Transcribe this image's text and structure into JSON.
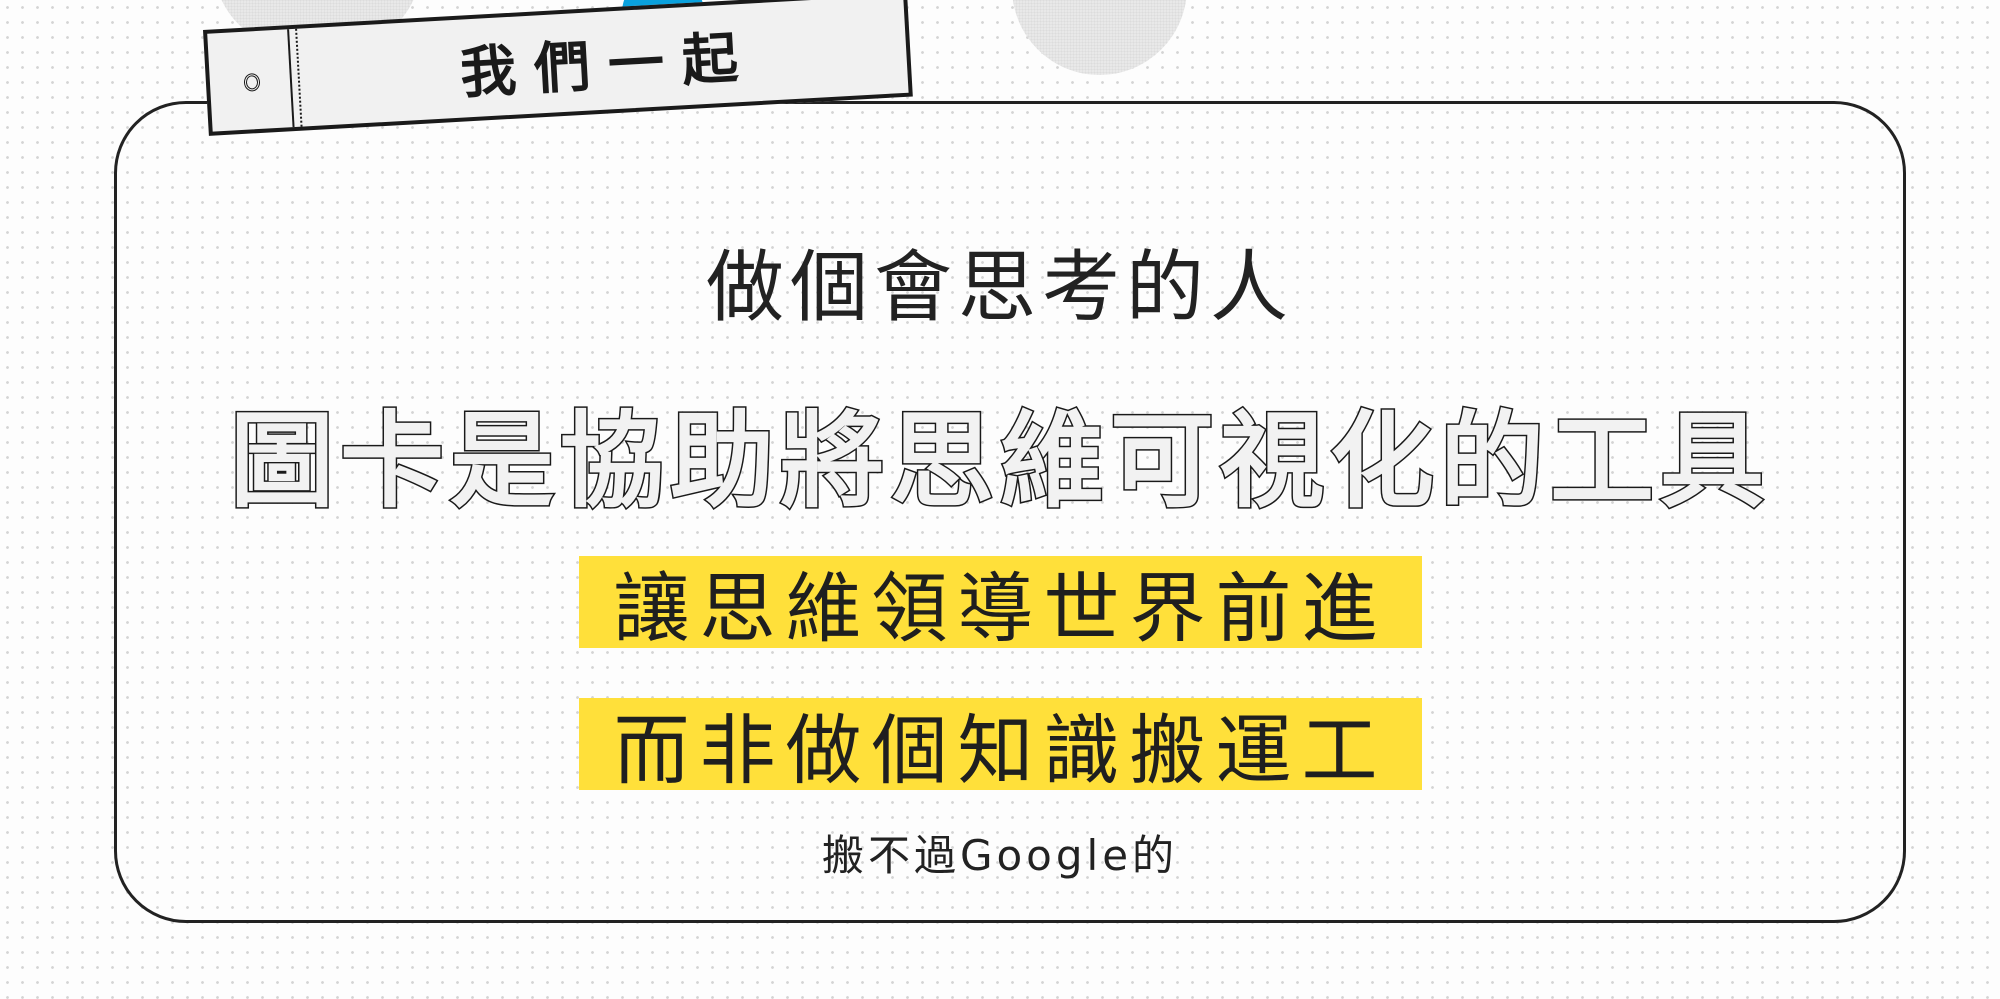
{
  "tag": {
    "label": "我們一起"
  },
  "headline": "做個會思考的人",
  "outline_title": "圖卡是協助將思維可視化的工具",
  "highlights": [
    "讓思維領導世界前進",
    "而非做個知識搬運工"
  ],
  "footnote": "搬不過Google的",
  "colors": {
    "highlight": "#ffe03a",
    "accent_blue": "#0aa1dd",
    "border": "#222222",
    "tag_bg": "#f1f1f1"
  },
  "decorations": [
    "gray-dotted-circle-left",
    "blue-circle",
    "gray-dotted-circle-right"
  ]
}
